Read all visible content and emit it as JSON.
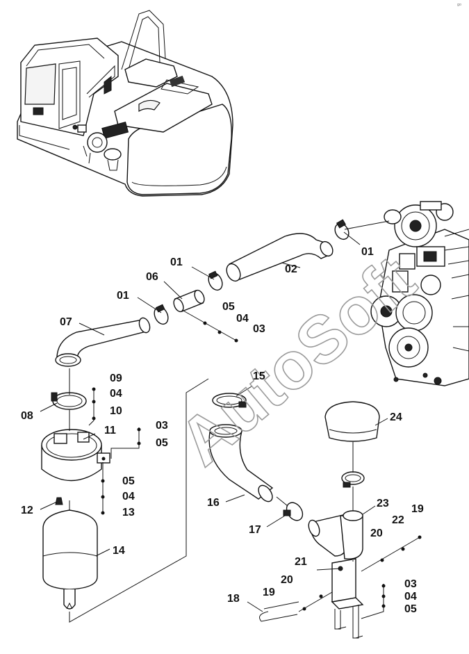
{
  "watermark": "AutoSoft",
  "corner_mark": "ᵍᵒ",
  "labels": {
    "l01a": "01",
    "l01b": "01",
    "l01c": "01",
    "l02": "02",
    "l03a": "03",
    "l03b": "03",
    "l03c": "03",
    "l04a": "04",
    "l04b": "04",
    "l04c": "04",
    "l04d": "04",
    "l05a": "05",
    "l05b": "05",
    "l05c": "05",
    "l05d": "05",
    "l06": "06",
    "l07": "07",
    "l08": "08",
    "l09": "09",
    "l10": "10",
    "l11": "11",
    "l12": "12",
    "l13": "13",
    "l14": "14",
    "l15": "15",
    "l16": "16",
    "l17": "17",
    "l18": "18",
    "l19a": "19",
    "l19b": "19",
    "l20a": "20",
    "l20b": "20",
    "l21": "21",
    "l22": "22",
    "l23": "23",
    "l24": "24"
  }
}
